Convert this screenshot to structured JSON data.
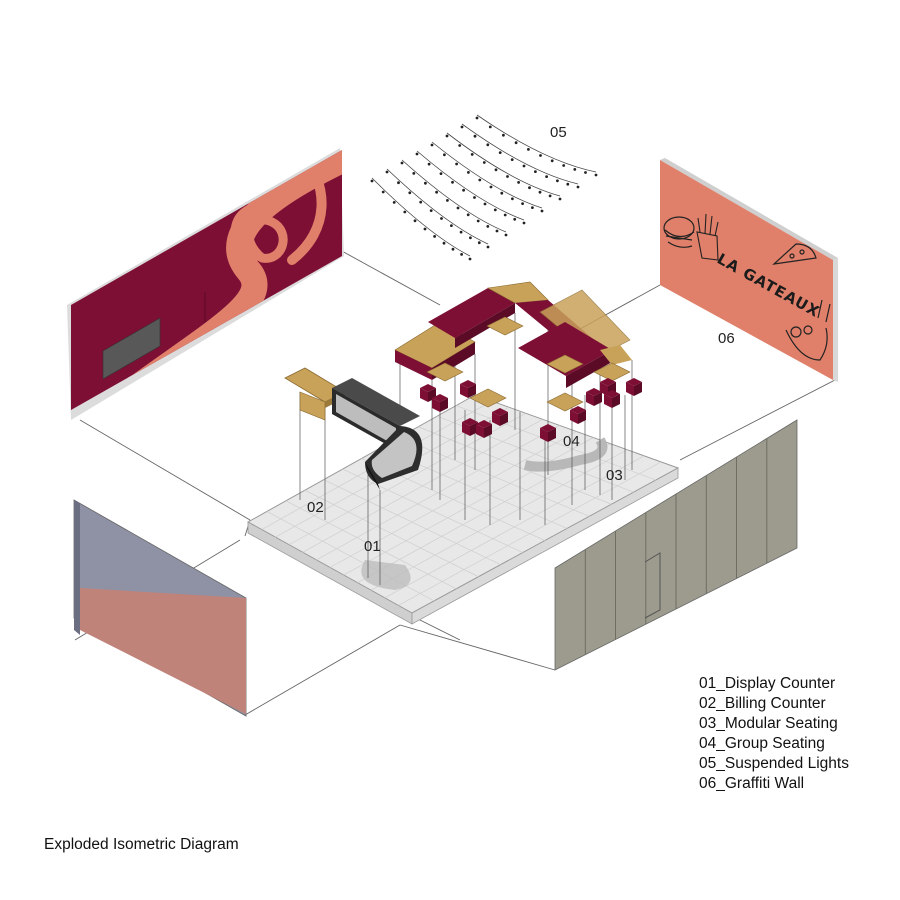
{
  "caption": "Exploded Isometric Diagram",
  "legend": [
    "01_Display Counter",
    "02_Billing Counter",
    "03_Modular Seating",
    "04_Group Seating",
    "05_Suspended Lights",
    "06_Graffiti Wall"
  ],
  "markers": {
    "display_counter": "01",
    "billing_counter": "02",
    "modular_seating": "03",
    "group_seating": "04",
    "suspended_lights": "05",
    "graffiti_wall": "06"
  },
  "wall_sign": "LA GATEAUX",
  "colors": {
    "maroon": "#7d0f35",
    "salmon": "#e0806a",
    "wood": "#c9a25a",
    "floor": "#e4e4e4",
    "glass_wall": "#9c9b8e",
    "slate": "#8f91a4",
    "line": "#555555"
  }
}
